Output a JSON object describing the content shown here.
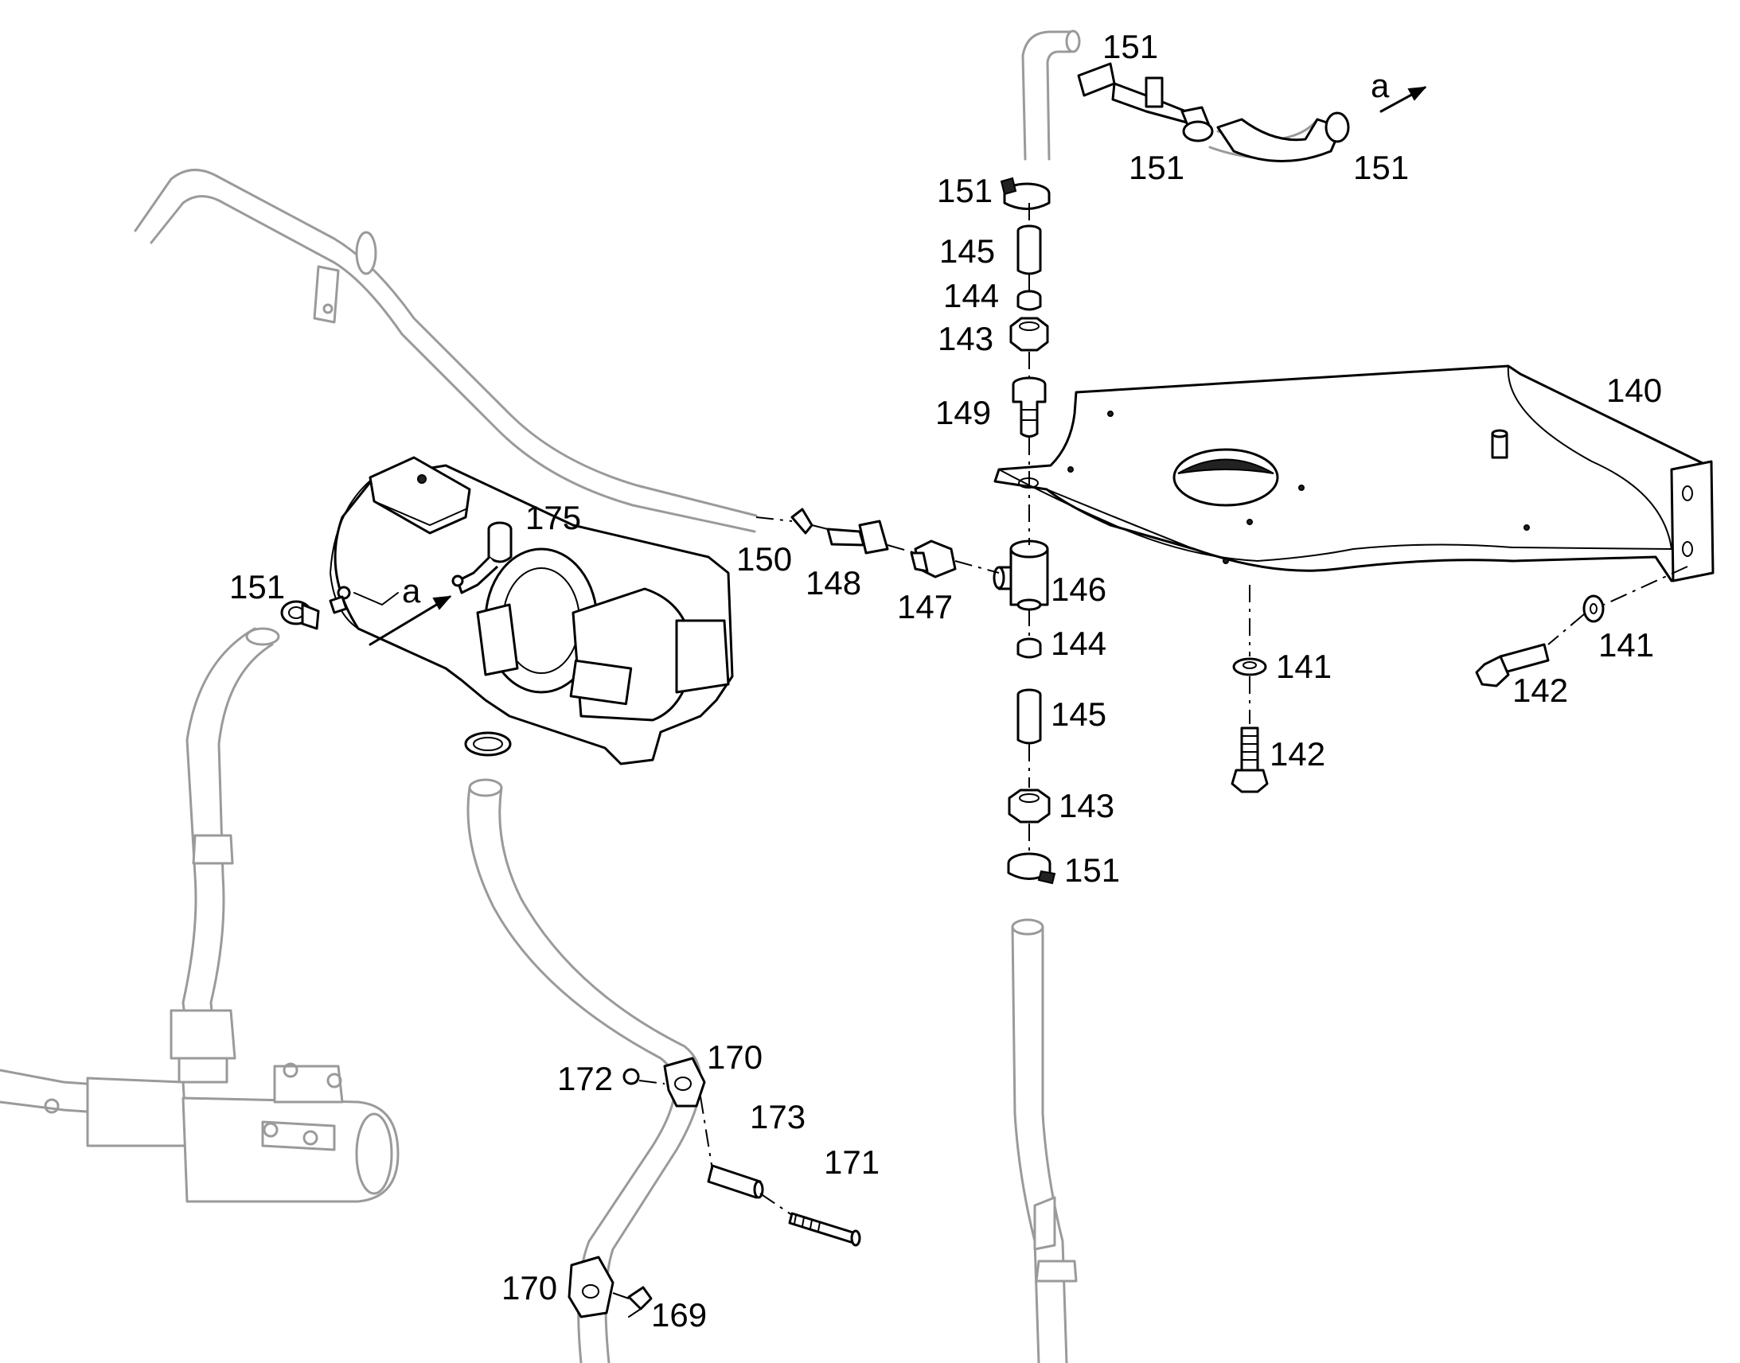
{
  "callouts": {
    "c140": "140",
    "c141a": "141",
    "c141b": "141",
    "c142a": "142",
    "c142b": "142",
    "c143a": "143",
    "c143b": "143",
    "c144a": "144",
    "c144b": "144",
    "c145a": "145",
    "c145b": "145",
    "c146": "146",
    "c147": "147",
    "c148": "148",
    "c149": "149",
    "c150": "150",
    "c151a": "151",
    "c151b": "151",
    "c151c": "151",
    "c151d": "151",
    "c151e": "151",
    "c151f": "151",
    "c169": "169",
    "c170a": "170",
    "c170b": "170",
    "c171": "171",
    "c172": "172",
    "c173": "173",
    "c175": "175",
    "a1": "a",
    "a2": "a"
  }
}
